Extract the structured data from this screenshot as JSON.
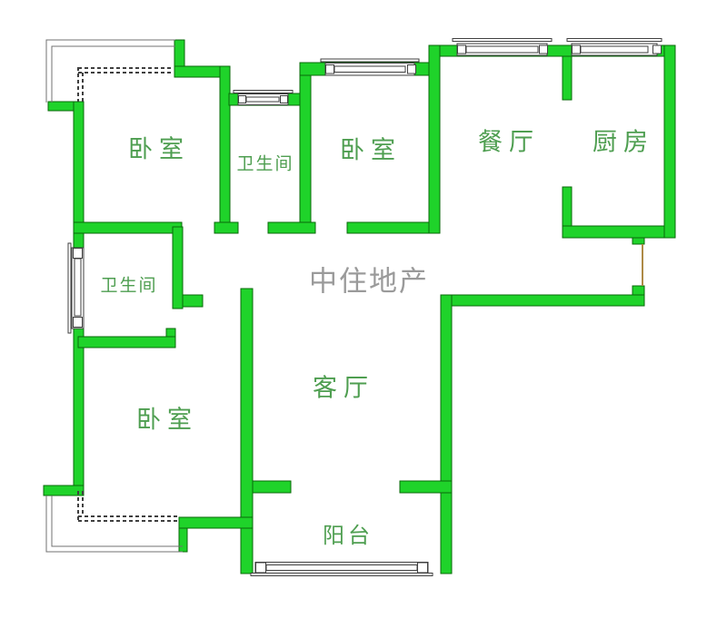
{
  "watermark": {
    "text": "中住地产"
  },
  "rooms": [
    {
      "id": "bedroom-top-left",
      "label": "卧室"
    },
    {
      "id": "bathroom-top",
      "label": "卫生间"
    },
    {
      "id": "bedroom-top-middle",
      "label": "卧室"
    },
    {
      "id": "dining-room",
      "label": "餐厅"
    },
    {
      "id": "kitchen",
      "label": "厨房"
    },
    {
      "id": "bathroom-left",
      "label": "卫生间"
    },
    {
      "id": "living-room",
      "label": "客厅"
    },
    {
      "id": "bedroom-bottom-left",
      "label": "卧室"
    },
    {
      "id": "balcony",
      "label": "阳台"
    }
  ],
  "colors": {
    "background": "#ffffff",
    "wall-fill": "#1fd32a",
    "wall-stroke": "#0a6a0a",
    "line-color": "#3f3f3f",
    "bay-stroke": "#707070",
    "door-color": "#ae8a46",
    "label-color": "#4e9e50",
    "watermark-color": "#9a9a9a"
  }
}
